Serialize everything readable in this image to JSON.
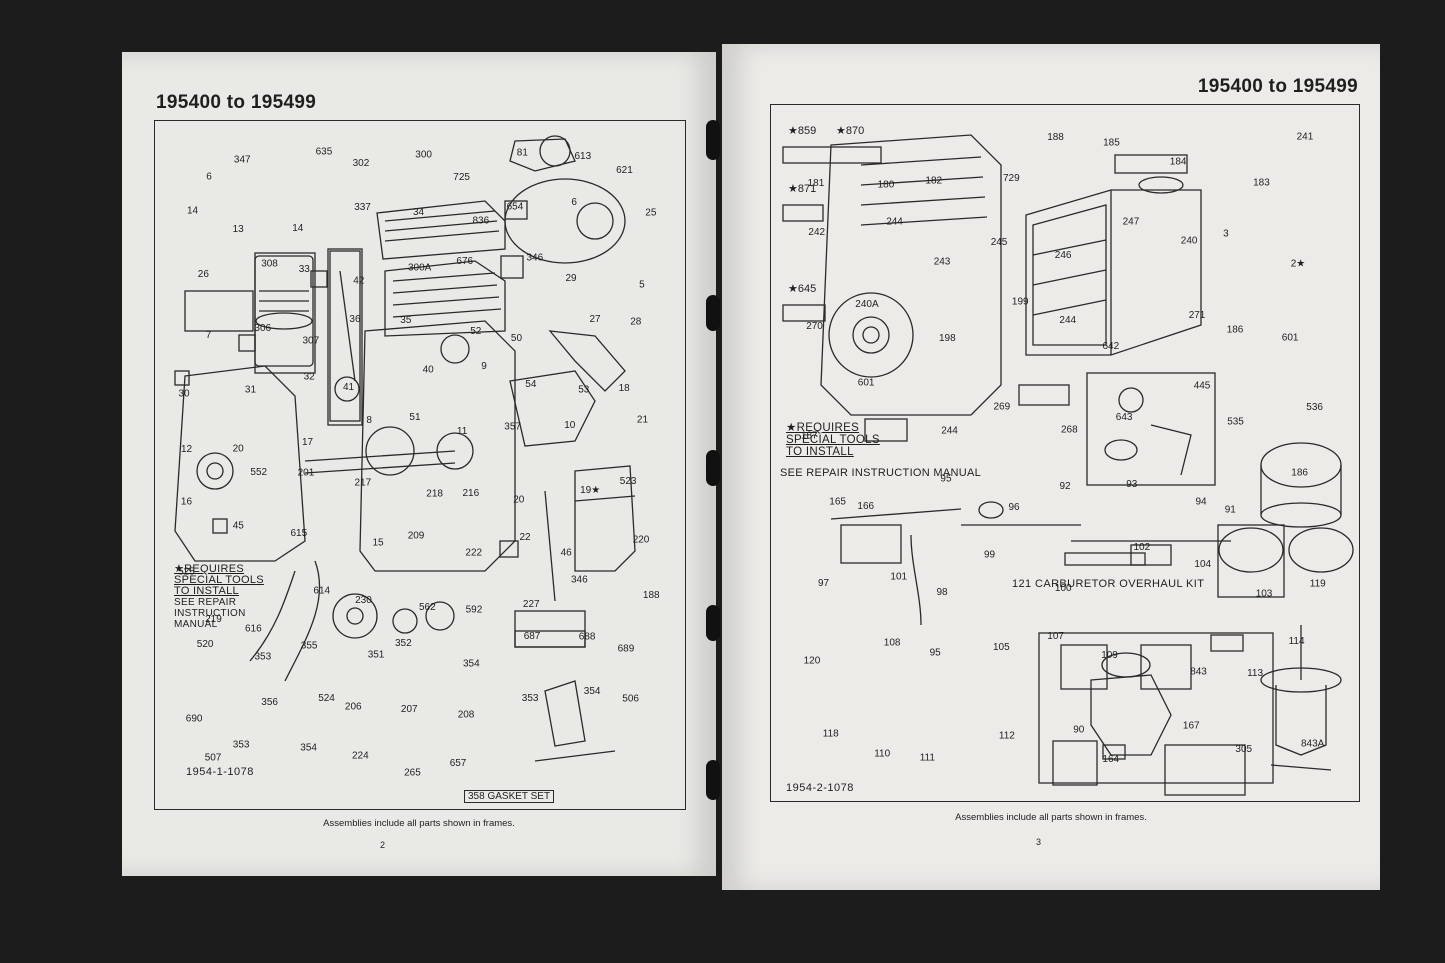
{
  "left_page": {
    "header": "195400 to 195499",
    "note": [
      "★REQUIRES",
      "SPECIAL TOOLS",
      "TO INSTALL",
      "SEE REPAIR",
      "INSTRUCTION",
      "MANUAL"
    ],
    "drawing_code": "1954-1-1078",
    "gasket_set": "358 GASKET SET",
    "footnote": "Assemblies include all parts shown in frames.",
    "page_number": "2",
    "part_labels": [
      "6",
      "347",
      "635",
      "302",
      "300",
      "725",
      "81",
      "613",
      "621",
      "14",
      "13",
      "14",
      "337",
      "34",
      "836",
      "654",
      "6",
      "25",
      "26",
      "308",
      "33",
      "42",
      "300A",
      "676",
      "346",
      "29",
      "5",
      "7",
      "306",
      "307",
      "36",
      "35",
      "52",
      "50",
      "27",
      "28",
      "30",
      "31",
      "32",
      "41",
      "40",
      "9",
      "54",
      "53",
      "18",
      "12",
      "20",
      "17",
      "8",
      "51",
      "11",
      "357",
      "10",
      "21",
      "16",
      "552",
      "201",
      "217",
      "218",
      "216",
      "20",
      "19★",
      "523",
      "525",
      "45",
      "615",
      "15",
      "209",
      "222",
      "22",
      "46",
      "220",
      "219",
      "616",
      "614",
      "230",
      "562",
      "592",
      "227",
      "346",
      "188",
      "520",
      "353",
      "355",
      "351",
      "352",
      "354",
      "687",
      "688",
      "689",
      "690",
      "356",
      "524",
      "206",
      "207",
      "208",
      "353",
      "354",
      "506",
      "507",
      "353",
      "354",
      "224",
      "265",
      "657"
    ]
  },
  "right_page": {
    "header": "195400 to 195499",
    "star_labels": [
      "★859",
      "★870",
      "★871",
      "★645"
    ],
    "note": [
      "★REQUIRES",
      "SPECIAL TOOLS",
      "TO INSTALL"
    ],
    "repair_note": "SEE REPAIR INSTRUCTION MANUAL",
    "kit_title": "121 CARBURETOR OVERHAUL KIT",
    "drawing_code": "1954-2-1078",
    "footnote": "Assemblies include all parts shown in frames.",
    "page_number": "3",
    "part_labels": [
      "181",
      "180",
      "182",
      "729",
      "188",
      "185",
      "184",
      "183",
      "241",
      "242",
      "244",
      "243",
      "245",
      "246",
      "247",
      "240",
      "3",
      "2★",
      "270",
      "240A",
      "198",
      "199",
      "244",
      "642",
      "271",
      "186",
      "601",
      "187",
      "601",
      "244",
      "269",
      "268",
      "643",
      "445",
      "535",
      "536",
      "165",
      "166",
      "95",
      "96",
      "92",
      "93",
      "94",
      "91",
      "186",
      "97",
      "101",
      "98",
      "99",
      "100",
      "102",
      "104",
      "103",
      "119",
      "120",
      "108",
      "95",
      "105",
      "107",
      "109",
      "843",
      "113",
      "114",
      "118",
      "110",
      "111",
      "112",
      "90",
      "164",
      "167",
      "305",
      "843A"
    ]
  },
  "colors": {
    "background": "#1c1c1d",
    "paper": "#e9e9e6",
    "ink": "#1f1f1f"
  }
}
